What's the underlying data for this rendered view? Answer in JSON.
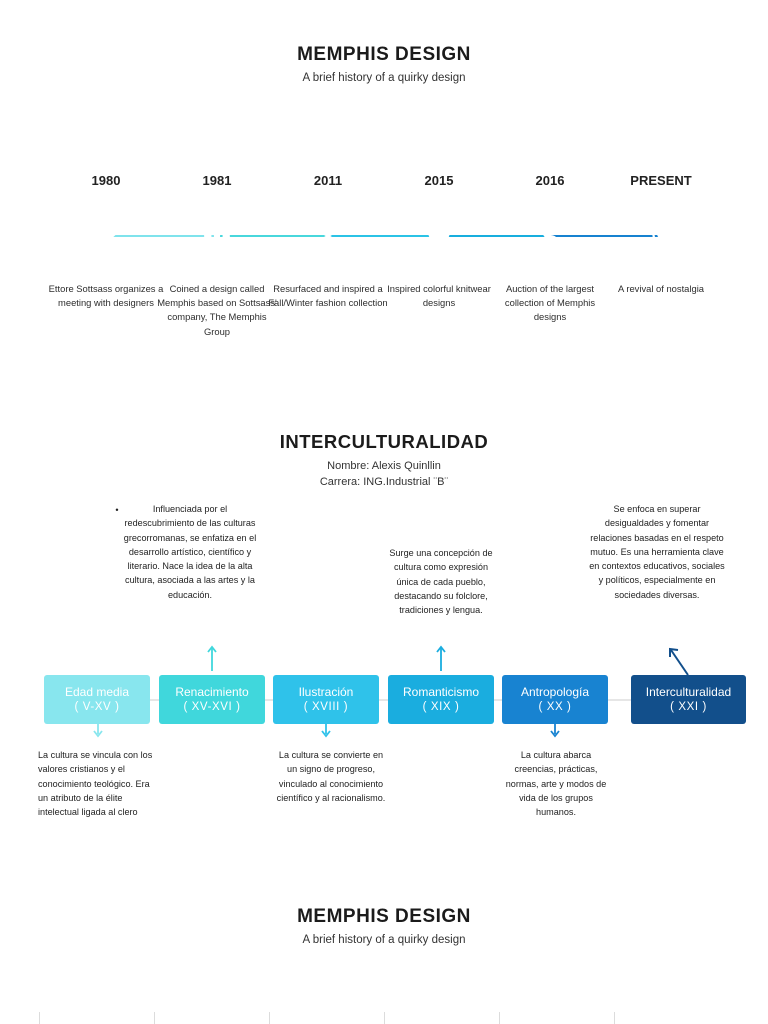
{
  "memphis": {
    "title": "MEMPHIS DESIGN",
    "subtitle": "A brief history of a quirky design",
    "events": [
      {
        "year": "1980",
        "icon": "star-icon",
        "color": "#7fe3ec",
        "text": "Ettore Sottsass organizes a meeting with designers"
      },
      {
        "year": "1981",
        "icon": "eye-icon",
        "color": "#48d7dc",
        "text": "Coined a design called Memphis based on Sottsass' company, The Memphis Group"
      },
      {
        "year": "2011",
        "icon": "snowflake-icon",
        "color": "#2bc3e6",
        "text": "Resurfaced and inspired a Fall/Winter fashion collection"
      },
      {
        "year": "2015",
        "icon": "heart-icon",
        "color": "#18aede",
        "text": "Inspired colorful knitwear designs"
      },
      {
        "year": "2016",
        "icon": "dollar-icon",
        "color": "#1682d0",
        "text": "Auction of the largest collection of Memphis designs"
      },
      {
        "year": "PRESENT",
        "icon": "microphone-icon",
        "color": "#124e8c",
        "text": "A revival of nostalgia"
      }
    ]
  },
  "intercultural": {
    "title": "INTERCULTURALIDAD",
    "name_line": "Nombre: Alexis Quinllin",
    "career_line": "Carrera: ING.Industrial ¨B¨",
    "bullet": "•",
    "periods": [
      {
        "label": "Edad media",
        "era": "( V-XV )",
        "color": "#88e6ee"
      },
      {
        "label": "Renacimiento",
        "era": "( XV-XVI )",
        "color": "#40d7dc"
      },
      {
        "label": "Ilustración",
        "era": "( XVIII )",
        "color": "#2fc2ea"
      },
      {
        "label": "Romanticismo",
        "era": "( XIX )",
        "color": "#1aaddf"
      },
      {
        "label": "Antropología",
        "era": "( XX )",
        "color": "#1883d1"
      },
      {
        "label": "Interculturalidad",
        "era": "( XXI )",
        "color": "#124f8b"
      }
    ],
    "renacimiento_text": "Influenciada por el redescubrimiento de las culturas grecorromanas, se enfatiza en el desarrollo artístico, científico y literario. Nace la idea de la alta cultura, asociada a las artes y la educación.",
    "romanticismo_text": "Surge una concepción de cultura como expresión única de cada pueblo, destacando su folclore, tradiciones y lengua.",
    "interculturalidad_text": "Se enfoca en superar desigualdades y fomentar relaciones basadas en el respeto mutuo. Es una herramienta clave en contextos educativos, sociales y políticos, especialmente en sociedades diversas.",
    "edad_media_text": "La cultura se vincula con los valores cristianos y el conocimiento teológico. Era un atributo de la élite intelectual ligada al clero",
    "ilustracion_text": "La cultura se convierte en un signo de progreso, vinculado al conocimiento científico y al racionalismo.",
    "antropologia_text": "La cultura abarca creencias, prácticas, normas, arte y modos de vida de los grupos humanos."
  },
  "memphis2": {
    "title": "MEMPHIS DESIGN",
    "subtitle": "A brief history of a quirky design"
  }
}
